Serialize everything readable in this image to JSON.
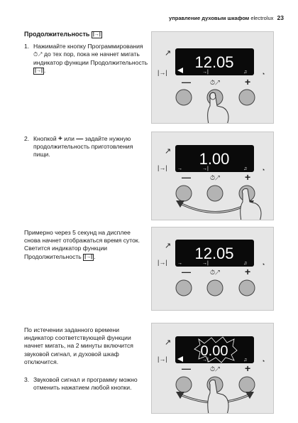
{
  "header": {
    "section": "управление духовым шкафом",
    "brand": "electrolux",
    "page_number": "23"
  },
  "section1": {
    "title": "Продолжительность",
    "duration_icon": "|→|",
    "step1": {
      "number": "1.",
      "text_before": "Нажимайте кнопку Программирования",
      "prog_icon": "⏱↗",
      "text_after": "до тех пор, пока не начнет мигать индикатор функции Продолжительность",
      "duration_icon": "|→|",
      "end": "."
    }
  },
  "section2": {
    "number": "2.",
    "text_1": "Кнопкой",
    "plus": "+",
    "or": "или",
    "minus": "—",
    "text_2": "задайте нужную продолжительность приготовления пищи."
  },
  "section3": {
    "text": "Примерно через 5 секунд на дисплее снова начнет отображаться время суток. Светится индикатор функции Продолжительность",
    "duration_icon": "|→|",
    "end": "."
  },
  "section4": {
    "text": "По истечении заданного времени индикатор соответствующей функции начнет мигать, на 2 минуты включится звуковой сигнал, и духовой шкаф отключится."
  },
  "section5": {
    "number": "3.",
    "text": "Звуковой сигнал и программу можно отменить нажатием любой кнопки."
  },
  "panels": [
    {
      "display": "12.05",
      "minus": "—",
      "plus": "+",
      "icon": "hand-pressing-middle-button"
    },
    {
      "display": "1.00",
      "minus": "—",
      "plus": "+",
      "icon": "hand-pressing-right-button"
    },
    {
      "display": "12.05",
      "minus": "—",
      "plus": "+",
      "icon": "none"
    },
    {
      "display": "0.00",
      "minus": "—",
      "plus": "+",
      "icon": "hand-pressing-middle-button"
    }
  ]
}
